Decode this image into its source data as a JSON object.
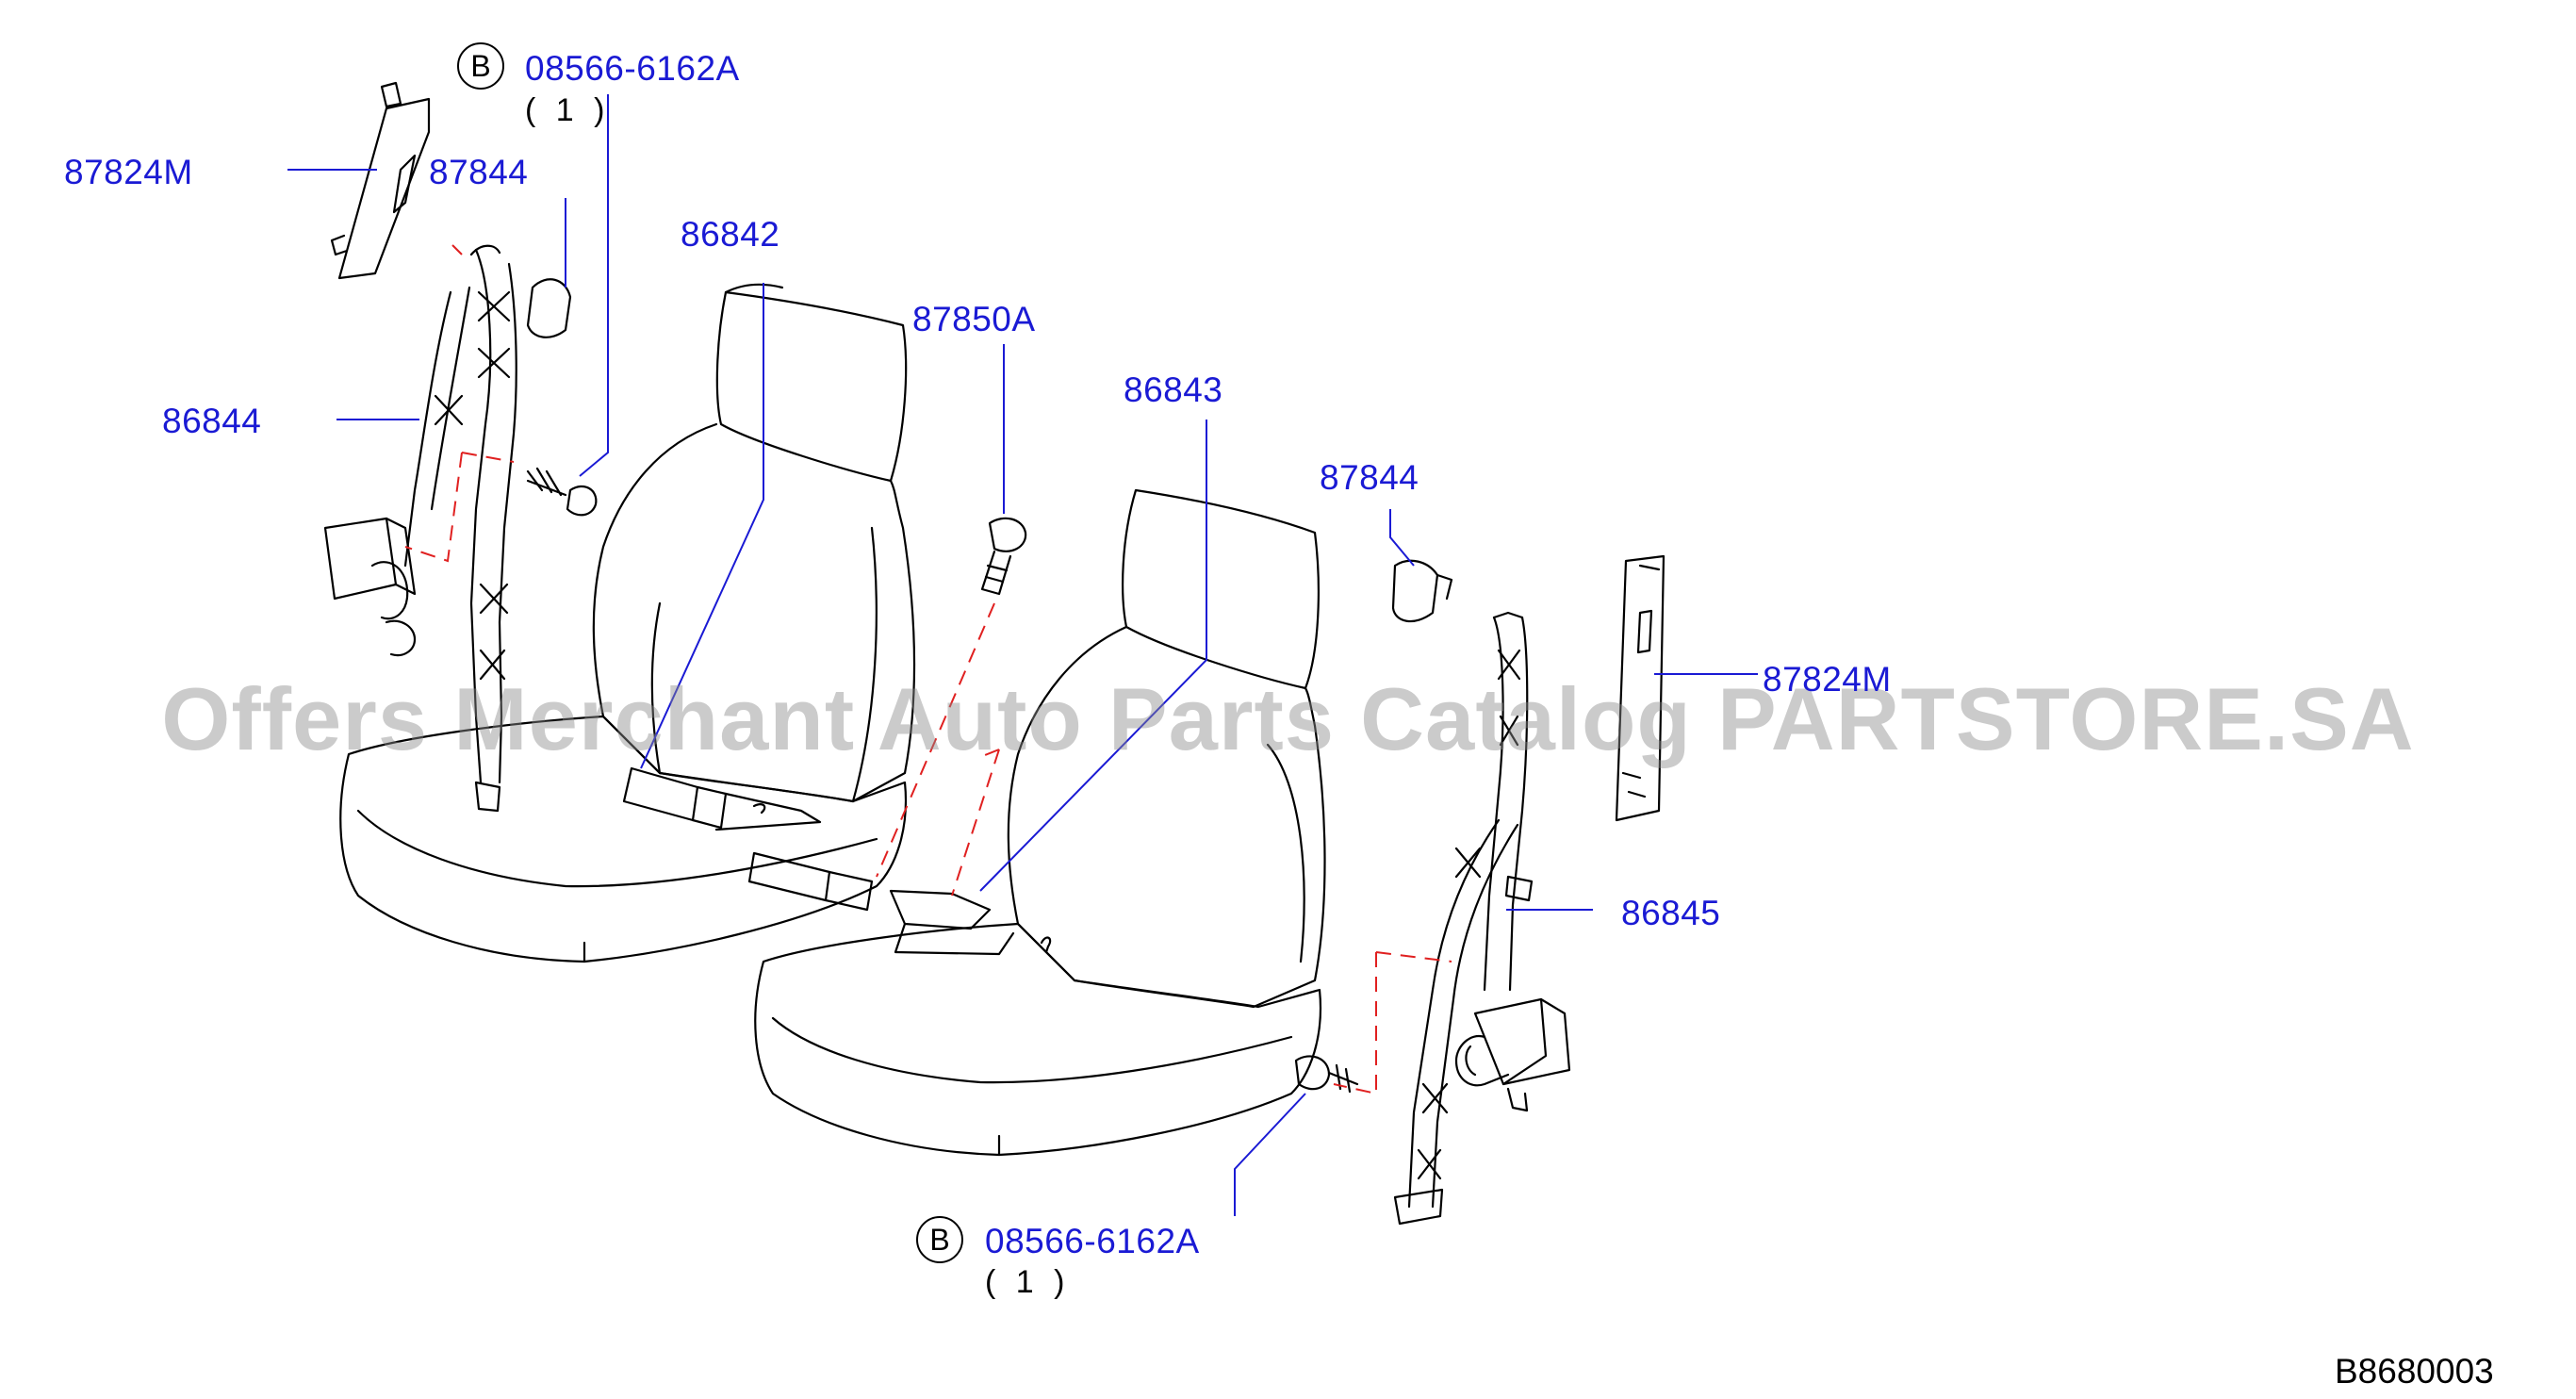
{
  "diagram": {
    "callouts": {
      "top_left_bolt": {
        "badge": "B",
        "part": "08566-6162A",
        "qty": "( 1 )"
      },
      "bottom_bolt": {
        "badge": "B",
        "part": "08566-6162A",
        "qty": "( 1 )"
      },
      "anchor_cover_left": "87824M",
      "anchor_cap_left": "87844",
      "buckle_left": "86842",
      "bolt_center": "87850A",
      "buckle_right": "86843",
      "anchor_cap_right": "87844",
      "anchor_cover_right": "87824M",
      "belt_left": "86844",
      "belt_right": "86845"
    },
    "diagram_code": "B8680003",
    "watermark": "Offers Merchant Auto Parts Catalog PARTSTORE.SA",
    "colors": {
      "label": "#1a1ad4",
      "leader": "#1a1ad4",
      "drawing": "#000000",
      "dashed": "#e02020"
    }
  }
}
